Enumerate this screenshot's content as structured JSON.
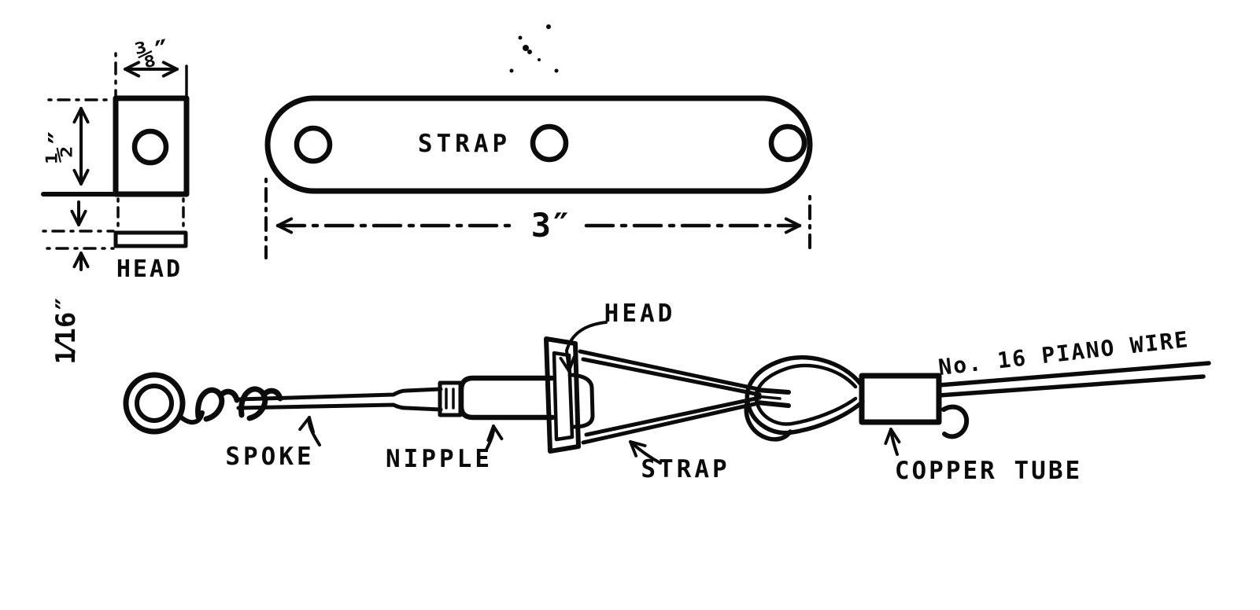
{
  "figure": {
    "head_views": {
      "label": "HEAD",
      "width_dim": "⅜″",
      "height_dim": "½″",
      "thickness_dim": "1⁄16″"
    },
    "strap_view": {
      "label": "STRAP",
      "length_dim": "3″"
    },
    "assembly": {
      "spoke_label": "SPOKE",
      "nipple_label": "NIPPLE",
      "head_label": "HEAD",
      "strap_label": "STRAP",
      "copper_tube_label": "COPPER TUBE",
      "wire_label": "No. 16 PIANO WIRE"
    },
    "colors": {
      "ink": "#0b0b0b",
      "paper": "#ffffff"
    }
  }
}
